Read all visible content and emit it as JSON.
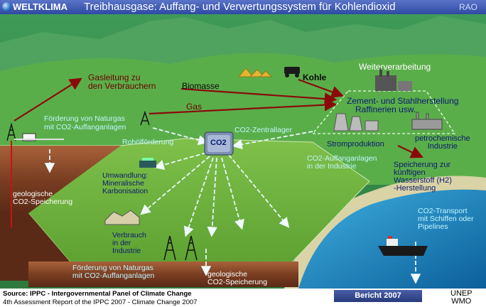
{
  "header": {
    "brand": "WELTKLIMA",
    "title": "Treibhausgase: Auffang- und Verwertungssystem für Kohlendioxid",
    "corner": "RAO"
  },
  "labels": {
    "gasleitung": "Gasleitung zu",
    "gasleitung2": "den Verbrauchern",
    "biomasse": "Biomasse",
    "kohle": "Kohle",
    "weiterverarbeitung": "Weiterverarbeitung",
    "zement1": "Zement- und Stahlherstellung",
    "zement2": "Raffinerien usw.",
    "gas": "Gas",
    "foerderung_top1": "Förderung von Naturgas",
    "foerderung_top2": "mit CO2-Auffanganlagen",
    "rohoel": "Rohölförderung",
    "zentrallager": "CO2-Zentrallager",
    "co2_tank": "CO2",
    "stromproduktion": "Stromproduktion",
    "petro1": "petrochemische",
    "petro2": "Industrie",
    "auffang_ind1": "CO2-Auffanganlagen",
    "auffang_ind2": "in der Industrie",
    "speicherung_h1": "Speicherung zur",
    "speicherung_h2": "künftigen",
    "speicherung_h3": "Wasserstoff (H2)",
    "speicherung_h4": "-Herstellung",
    "umwandlung1": "Umwandlung:",
    "umwandlung2": "Mineralische",
    "umwandlung3": "Karbonisation",
    "geo_left1": "geologische",
    "geo_left2": "CO2-Speicherung",
    "verbrauch1": "Verbrauch",
    "verbrauch2": "in der",
    "verbrauch3": "Industrie",
    "transport1": "CO2-Transport",
    "transport2": "mit Schiffen oder",
    "transport3": "Pipelines",
    "foerderung_bot1": "Förderung von Naturgas",
    "foerderung_bot2": "mit CO2-Auffanganlagen",
    "geo_bot1": "geologische",
    "geo_bot2": "CO2-Speicherung"
  },
  "footer": {
    "source": "Source: IPPC -  Intergovernmental Panel of Climate Change",
    "report": "4th Assessment Report of the IPPC 2007 - Climate Change 2007",
    "bericht": "Bericht 2007",
    "unep": "UNEP",
    "wmo": "WMO"
  },
  "colors": {
    "header": "#3a55b0",
    "plateau": "#6fb43c",
    "sea": "#1f8fc8",
    "co2_arrow": "#e6f6ff",
    "gas_arrow": "#8a0a0a"
  },
  "icons": [
    "globe-icon",
    "gas-derrick-icon",
    "coal-truck-icon",
    "factory-icon",
    "co2-tank-icon",
    "ship-icon",
    "biomass-mound-icon"
  ]
}
